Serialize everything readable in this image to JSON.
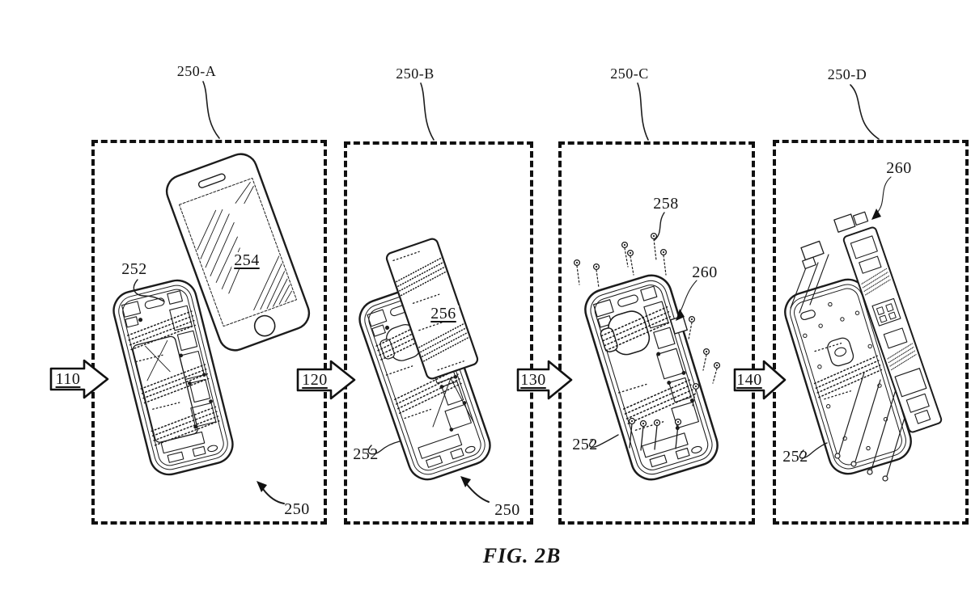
{
  "figure": {
    "caption": "FIG. 2B"
  },
  "panels": [
    {
      "title": "250-A",
      "refs": {
        "housing": "252",
        "display": "254",
        "device": "250"
      }
    },
    {
      "title": "250-B",
      "refs": {
        "battery": "256",
        "housing": "252",
        "device": "250"
      }
    },
    {
      "title": "250-C",
      "refs": {
        "fasteners": "258",
        "component": "260",
        "housing": "252"
      }
    },
    {
      "title": "250-D",
      "refs": {
        "component": "260",
        "housing": "252"
      }
    }
  ],
  "step_arrows": [
    {
      "label": "110"
    },
    {
      "label": "120"
    },
    {
      "label": "130"
    },
    {
      "label": "140"
    }
  ],
  "colors": {
    "ink": "#1b1b1b",
    "paper": "#ffffff"
  }
}
